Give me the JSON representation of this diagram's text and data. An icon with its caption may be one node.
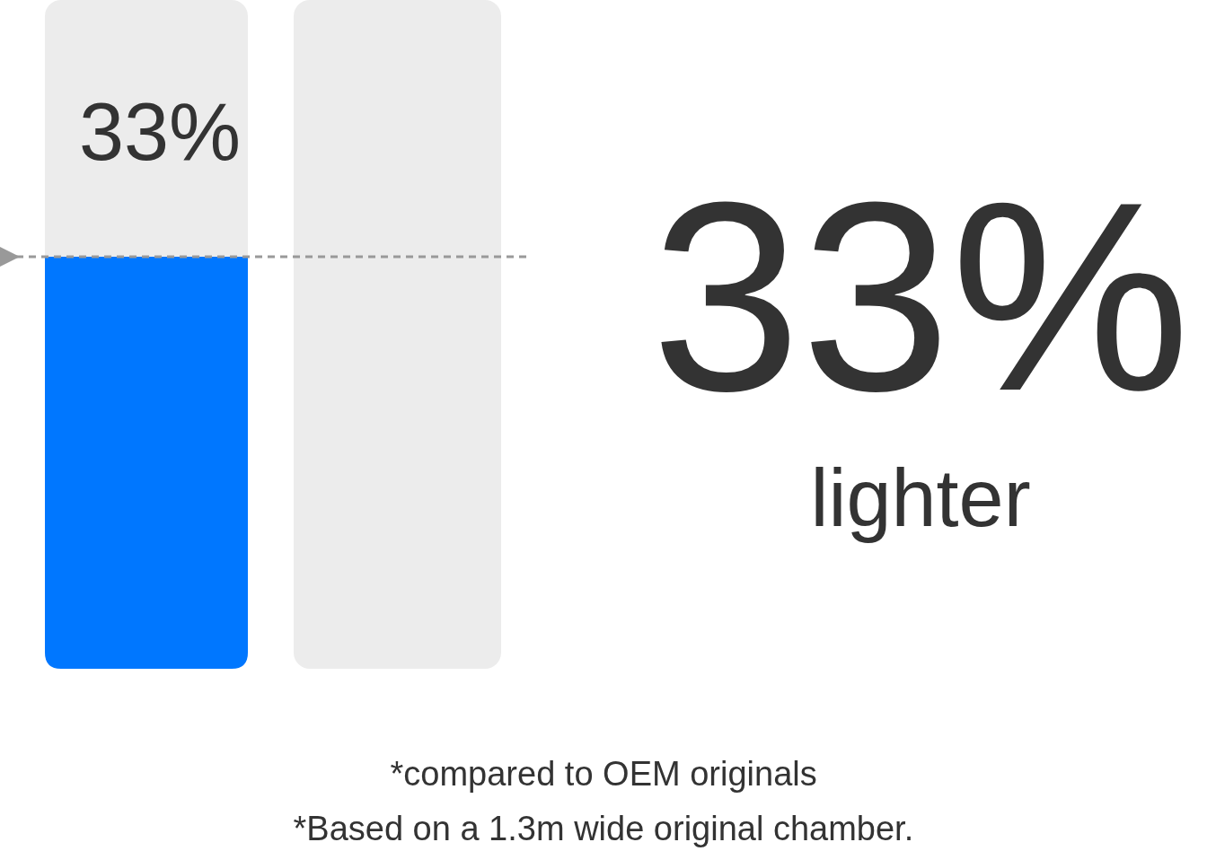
{
  "diagram": {
    "labels": [
      "33%",
      "33%",
      "lighter",
      "*compared to OEM originals",
      "*Based on a 1.3m wide original chamber."
    ]
  }
}
